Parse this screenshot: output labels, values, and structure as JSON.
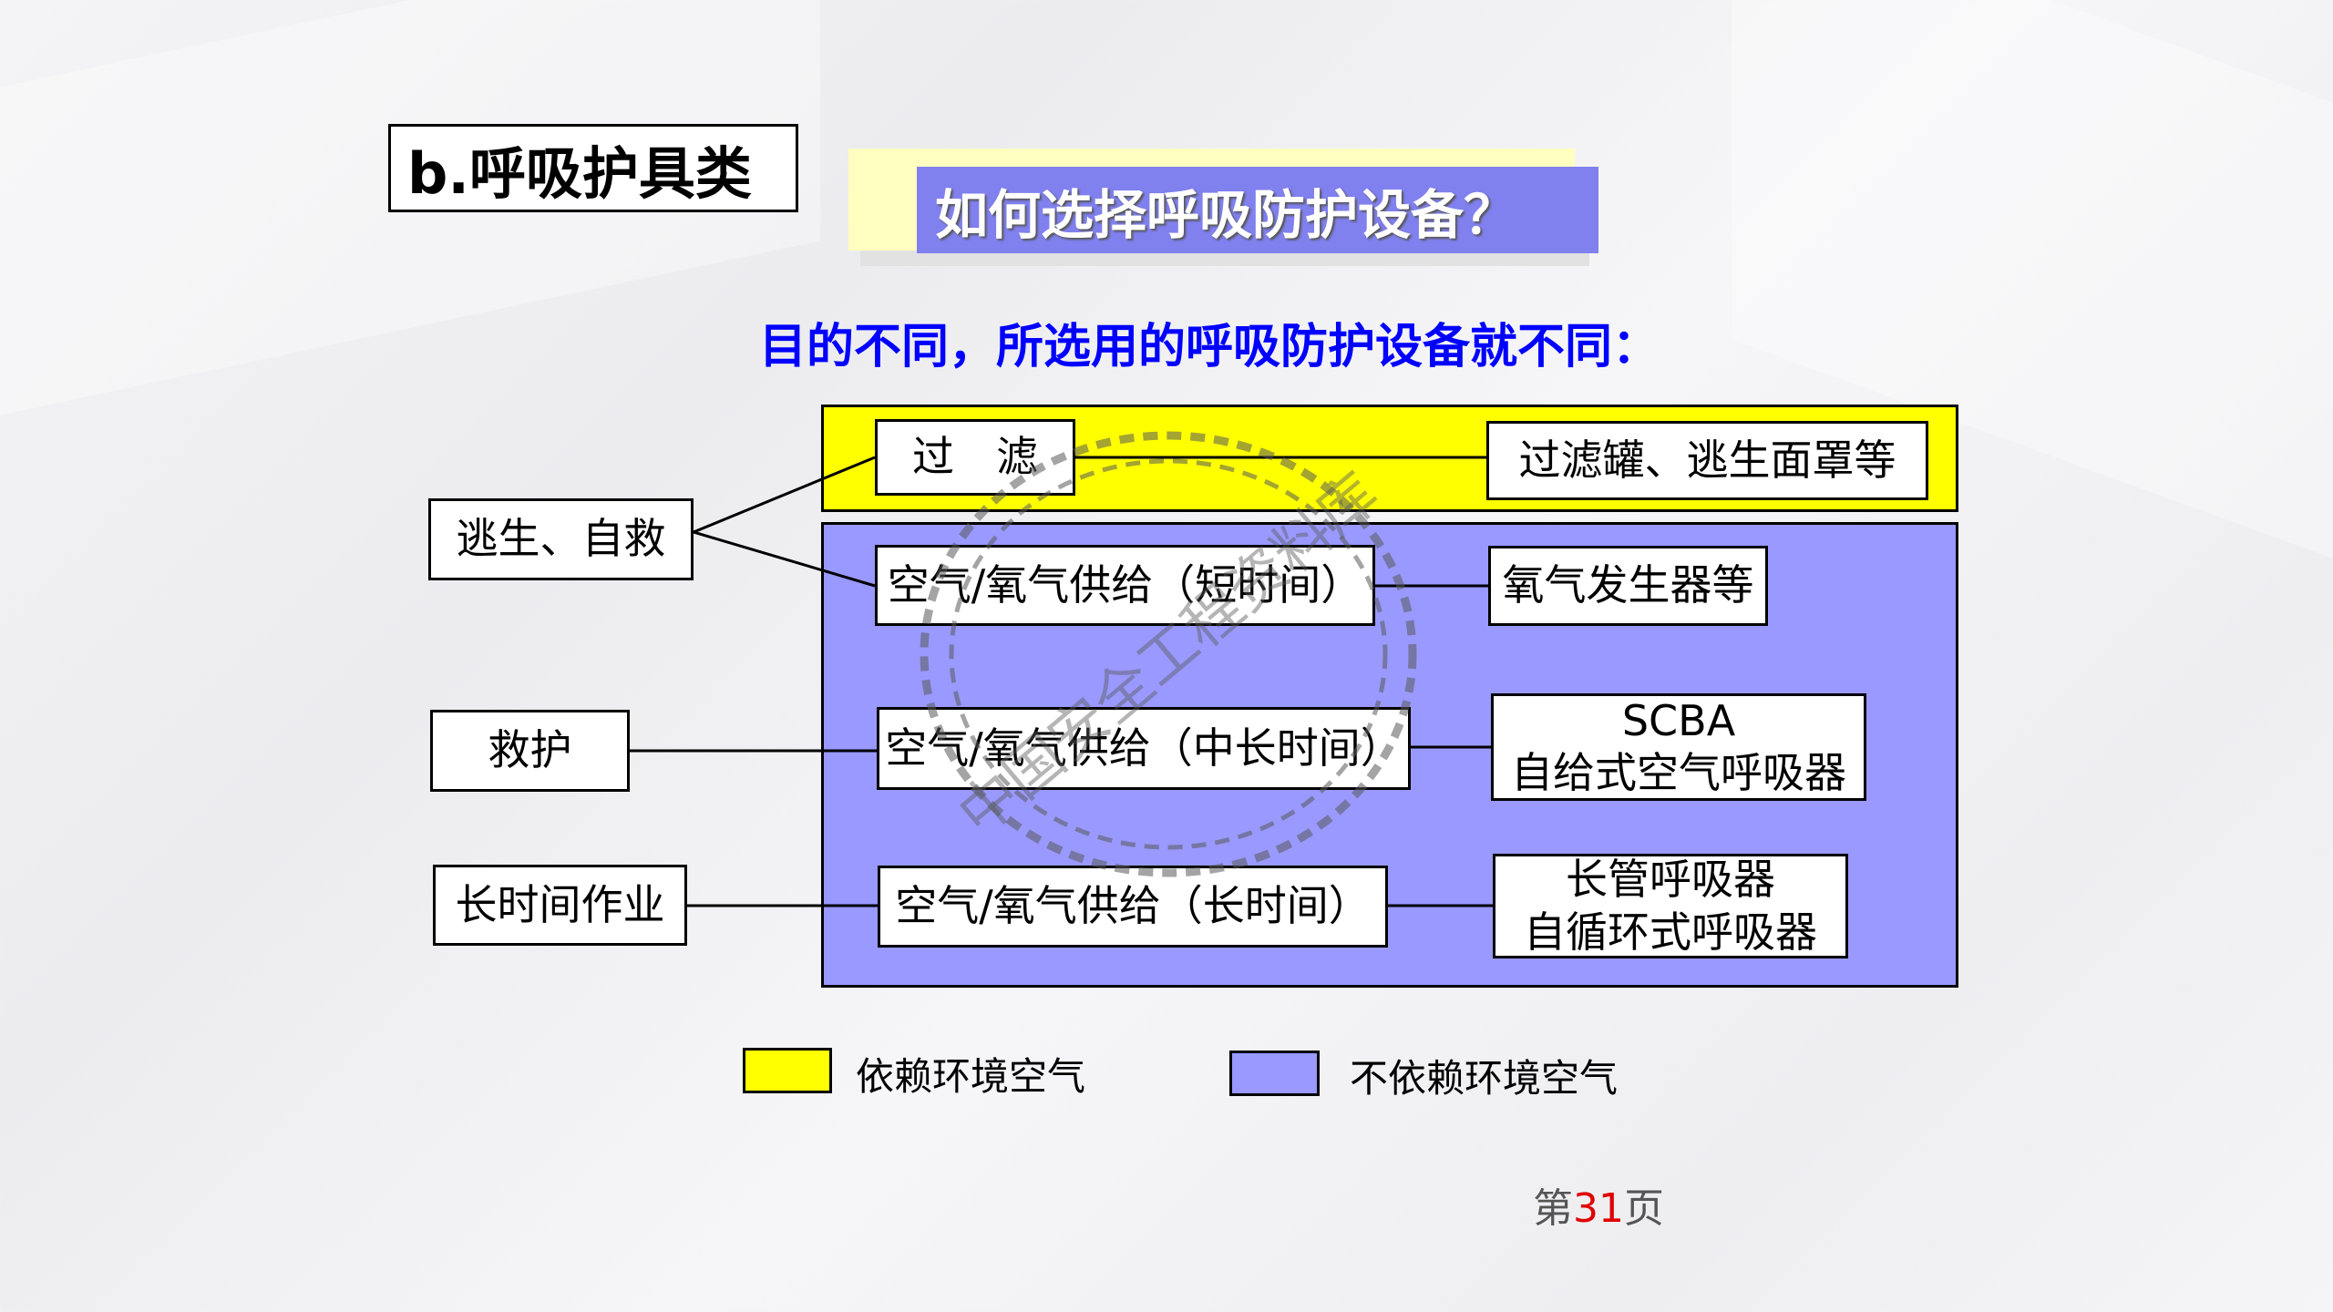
{
  "header": {
    "section_label": "b.呼吸护具类",
    "title": "如何选择呼吸防护设备？",
    "subtitle": "目的不同，所选用的呼吸防护设备就不同："
  },
  "diagram": {
    "purposes": [
      "逃生、自救",
      "救护",
      "长时间作业"
    ],
    "methods": [
      "过　滤",
      "空气/氧气供给（短时间）",
      "空气/氧气供给（中长时间）",
      "空气/氧气供给（长时间）"
    ],
    "devices": [
      {
        "lines": [
          "过滤罐、逃生面罩等"
        ]
      },
      {
        "lines": [
          "氧气发生器等"
        ]
      },
      {
        "lines": [
          "SCBA",
          "自给式空气呼吸器"
        ]
      },
      {
        "lines": [
          "长管呼吸器",
          "自循环式呼吸器"
        ]
      }
    ]
  },
  "legend": [
    {
      "label": "依赖环境空气",
      "color": "#ffff00"
    },
    {
      "label": "不依赖环境空气",
      "color": "#9999ff"
    }
  ],
  "watermark": "中国安全工程资料库",
  "page_number": {
    "prefix": "第",
    "number": "31",
    "suffix": "页"
  },
  "colors": {
    "title_bg": "#8080ee",
    "title_back": "#ffffc0",
    "subtitle": "#0000ff",
    "page_number": "#e00000"
  }
}
